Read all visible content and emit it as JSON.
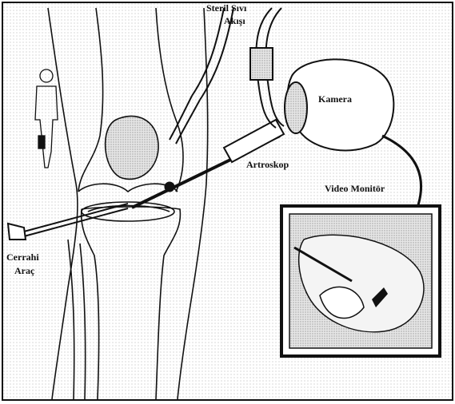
{
  "labels": {
    "saline": [
      "Steril Sıvı",
      "Akışı"
    ],
    "camera": "Kamera",
    "arthroscope": "Artroskop",
    "monitor": "Video Monitör",
    "tool": [
      "Cerrahi",
      "Araç"
    ]
  },
  "colors": {
    "line": "#111111",
    "background": "#ffffff",
    "screen": "#d9d9d9",
    "stipple": "#bdbdbd"
  }
}
